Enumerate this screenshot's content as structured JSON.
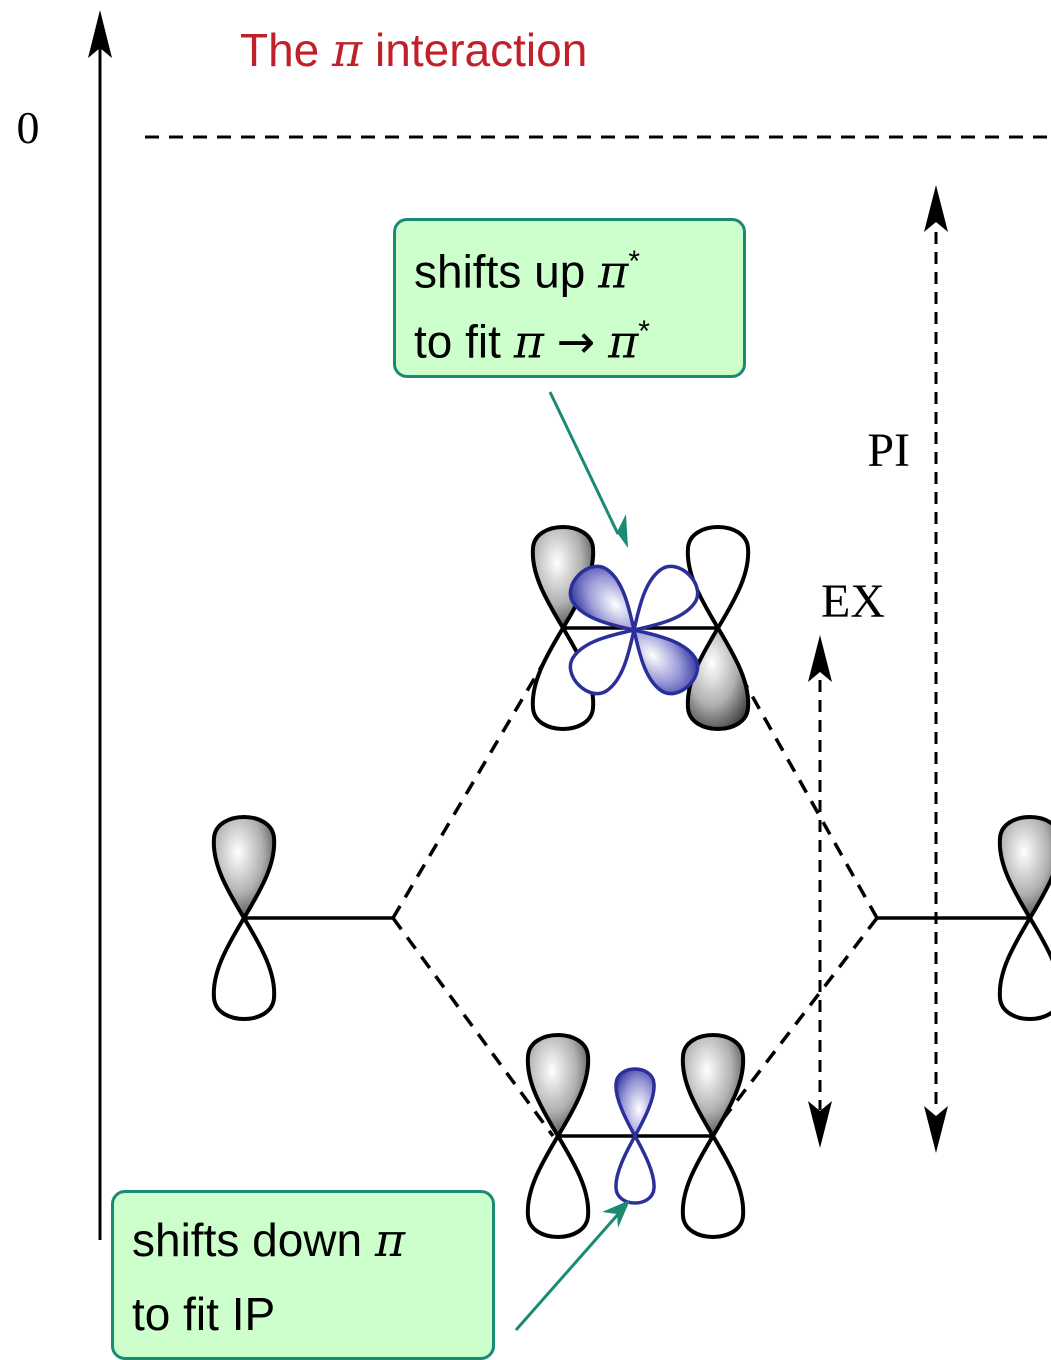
{
  "title": {
    "prefix": "The ",
    "symbol": "π",
    "suffix": " interaction"
  },
  "axis": {
    "zero_label": "0"
  },
  "labels": {
    "pi_gap": "PI",
    "ex_gap": "EX"
  },
  "callouts": {
    "top": {
      "line1_text": "shifts up ",
      "line1_symbol": "π",
      "line1_sup": "*",
      "line2_text": "to fit ",
      "line2_symbol_a": "π",
      "line2_arrow": "→",
      "line2_symbol_b": "π",
      "line2_sup": "*"
    },
    "bottom": {
      "line1_text": "shifts down ",
      "line1_symbol": "π",
      "line2_text": "to fit IP"
    }
  },
  "colors": {
    "title": "#c0202a",
    "callout_fill": "#ccffcc",
    "callout_border": "#1a8a73",
    "highlight_orbital": "#2b2f9a",
    "lobe_shaded": "#808080"
  }
}
